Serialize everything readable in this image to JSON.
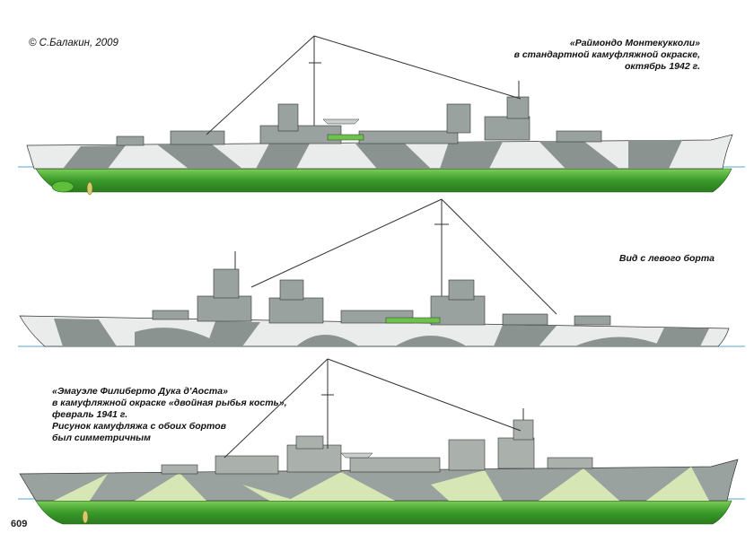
{
  "copyright": "© С.Балакин, 2009",
  "ship1": {
    "lines": [
      "«Раймондо Монтекукколи»",
      "в стандартной камуфляжной окраске,",
      "октябрь 1942 г."
    ]
  },
  "ship2": {
    "lines": [
      "Вид с левого борта"
    ]
  },
  "ship3": {
    "lines": [
      "«Эмауэле Филиберто Дука д'Аоста»",
      "в камуфляжной окраске «двойная рыбья кость»,",
      "февраль 1941 г.",
      "Рисунок камуфляжа с обоих бортов",
      "был симметричным"
    ]
  },
  "page_number": "609",
  "colors": {
    "hull_underwater": "#3a9a2a",
    "hull_underwater_light": "#6cc24a",
    "camo_dark": "#8a938f",
    "camo_light": "#e9ecea",
    "fishbone_light": "#d6e6b4",
    "superstructure": "#8e9693",
    "waterline": "#5aa7c9"
  }
}
